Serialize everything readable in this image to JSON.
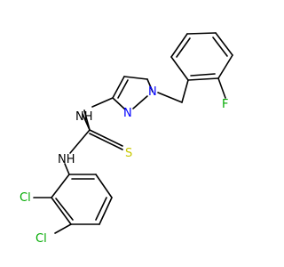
{
  "molecule": {
    "atoms": [
      {
        "id": "NH1",
        "text": "NH",
        "color": "#000000"
      },
      {
        "id": "N1",
        "text": "N",
        "color": "#0000ff"
      },
      {
        "id": "N2",
        "text": "N",
        "color": "#0000ff"
      },
      {
        "id": "F",
        "text": "F",
        "color": "#00aa00"
      },
      {
        "id": "S",
        "text": "S",
        "color": "#c8c800"
      },
      {
        "id": "NH2",
        "text": "NH",
        "color": "#000000"
      },
      {
        "id": "Cl1",
        "text": "Cl",
        "color": "#00aa00"
      },
      {
        "id": "Cl2",
        "text": "Cl",
        "color": "#00aa00"
      }
    ]
  }
}
